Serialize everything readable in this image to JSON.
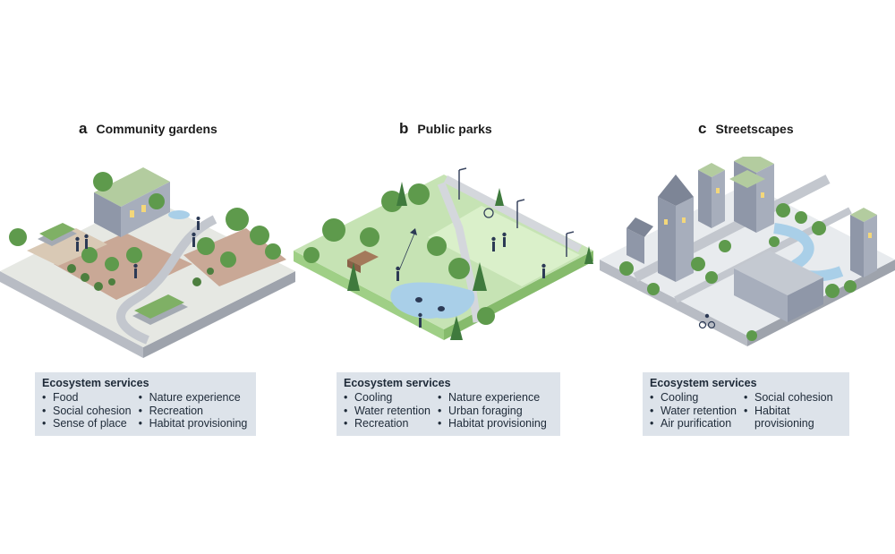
{
  "panels": [
    {
      "letter": "a",
      "title": "Community gardens",
      "services_heading": "Ecosystem services",
      "col1": [
        "Food",
        "Social cohesion",
        "Sense of place"
      ],
      "col2": [
        "Nature experience",
        "Recreation",
        "Habitat provisioning"
      ]
    },
    {
      "letter": "b",
      "title": "Public parks",
      "services_heading": "Ecosystem services",
      "col1": [
        "Cooling",
        "Water retention",
        "Recreation"
      ],
      "col2": [
        "Nature experience",
        "Urban foraging",
        "Habitat provisioning"
      ]
    },
    {
      "letter": "c",
      "title": "Streetscapes",
      "services_heading": "Ecosystem services",
      "col1": [
        "Cooling",
        "Water retention",
        "Air purification"
      ],
      "col2": [
        "Social cohesion",
        "Habitat",
        "provisioning"
      ]
    }
  ],
  "colors": {
    "garden_soil": "#c9a896",
    "park_green": "#c6e3b4",
    "street_grey": "#dcdfe4",
    "water": "#a9cfe8",
    "tree": "#5e9a4c",
    "building": "#8f97a8",
    "service_box": "#dde3ea"
  }
}
